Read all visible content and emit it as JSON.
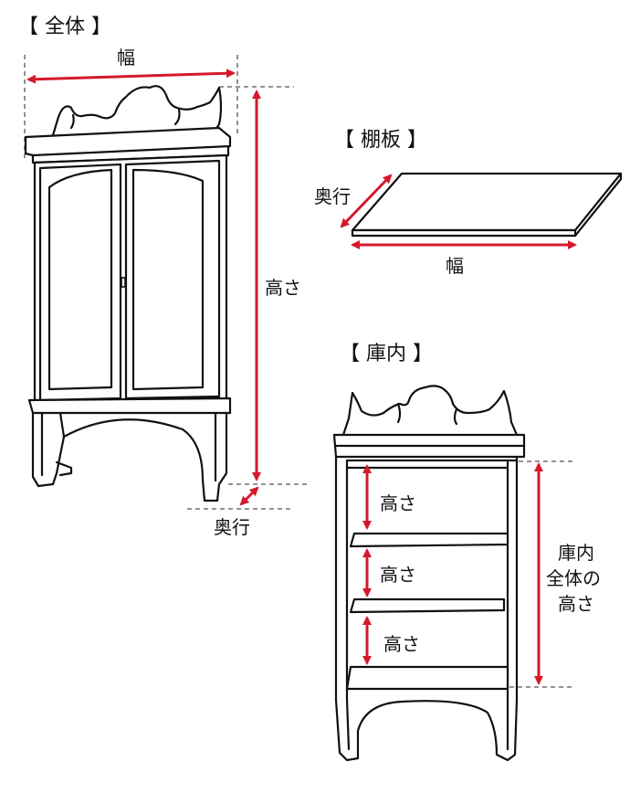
{
  "sections": {
    "overall": {
      "title": "【 全体 】",
      "width_label": "幅",
      "height_label": "高さ",
      "depth_label": "奥行"
    },
    "shelf_board": {
      "title": "【 棚板 】",
      "depth_label": "奥行",
      "width_label": "幅"
    },
    "interior": {
      "title": "【 庫内 】",
      "shelf_height_labels": [
        "高さ",
        "高さ",
        "高さ"
      ],
      "total_height_label_lines": [
        "庫内",
        "全体の",
        "高さ"
      ]
    }
  },
  "colors": {
    "dimension": "#d6182c",
    "outline": "#111111",
    "guide": "#555555"
  }
}
